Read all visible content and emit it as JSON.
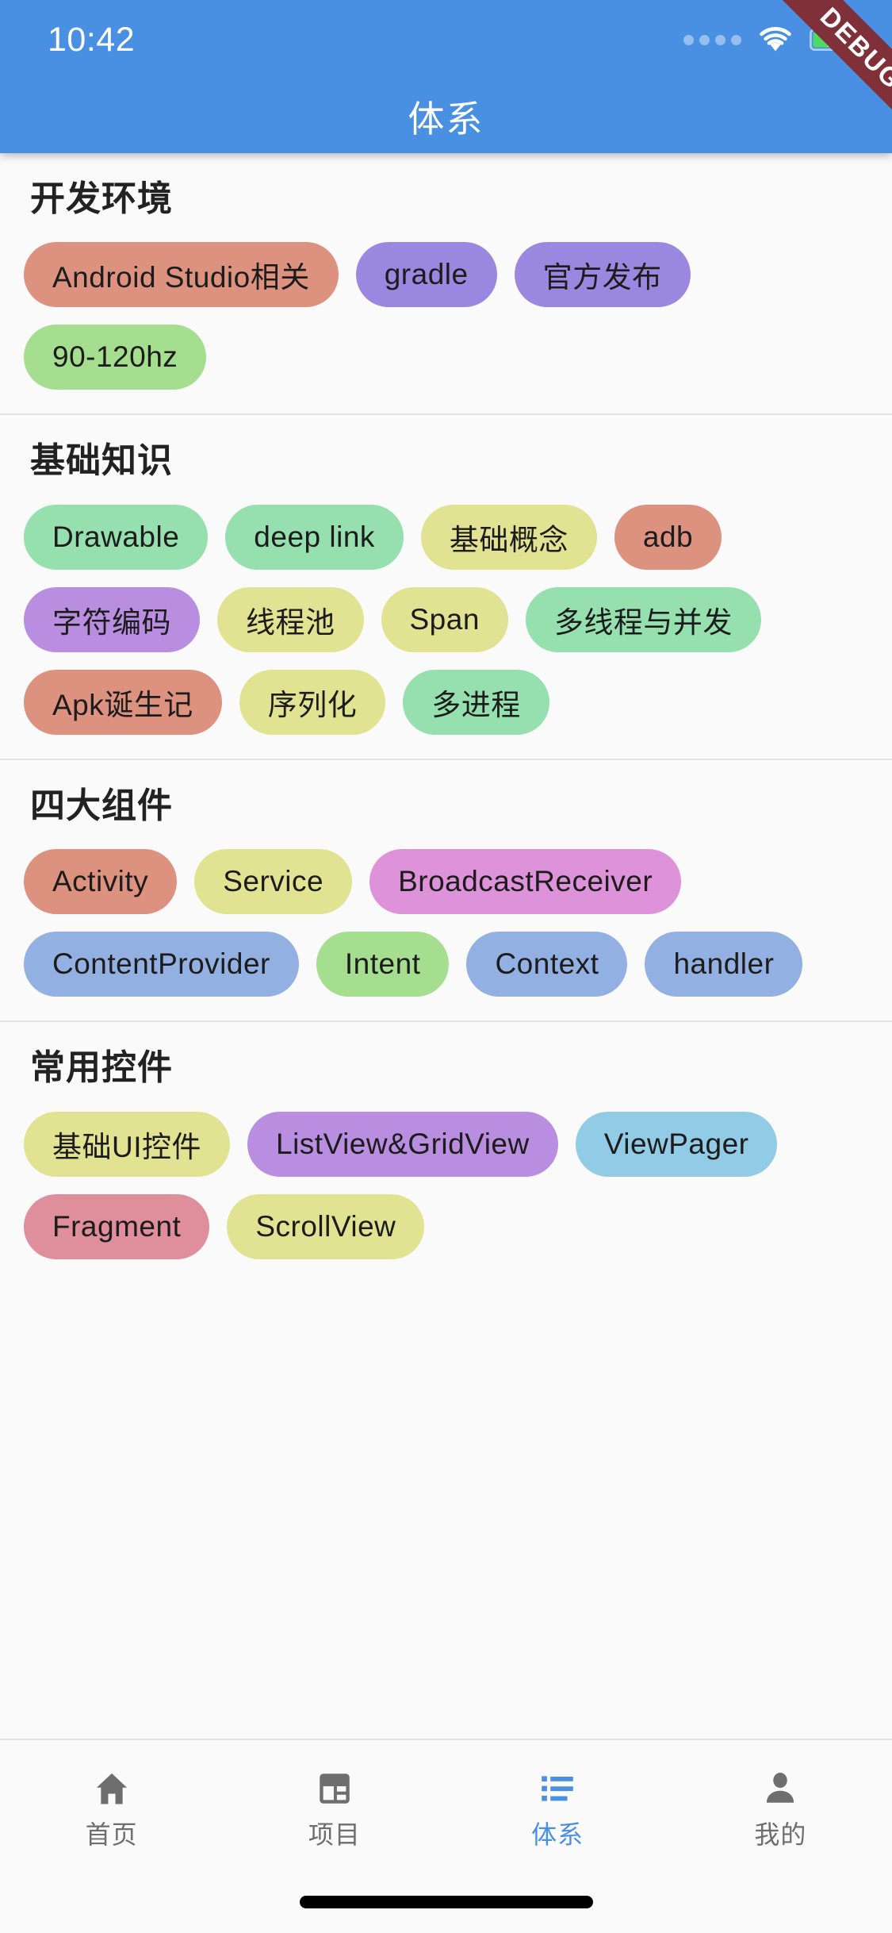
{
  "status_bar": {
    "time": "10:42",
    "signal_icon": "signal-dots-icon",
    "wifi_icon": "wifi-icon",
    "battery_icon": "battery-charging-icon"
  },
  "app_bar": {
    "title": "体系",
    "background_color": "#4a90e2",
    "debug_ribbon": {
      "label": "DEBUG",
      "color": "#803038"
    }
  },
  "sections": [
    {
      "title": "开发环境",
      "tags": [
        {
          "label": "Android Studio相关",
          "color": "#dd9280"
        },
        {
          "label": "gradle",
          "color": "#9a88e0"
        },
        {
          "label": "官方发布",
          "color": "#9a88e0"
        },
        {
          "label": "90-120hz",
          "color": "#a4de8e"
        }
      ]
    },
    {
      "title": "基础知识",
      "tags": [
        {
          "label": "Drawable",
          "color": "#96dfae"
        },
        {
          "label": "deep link",
          "color": "#96dfae"
        },
        {
          "label": "基础概念",
          "color": "#e2e392"
        },
        {
          "label": "adb",
          "color": "#dd9280"
        },
        {
          "label": "字符编码",
          "color": "#b98ee0"
        },
        {
          "label": "线程池",
          "color": "#e2e392"
        },
        {
          "label": "Span",
          "color": "#e2e392"
        },
        {
          "label": "多线程与并发",
          "color": "#96dfae"
        },
        {
          "label": "Apk诞生记",
          "color": "#dd9280"
        },
        {
          "label": "序列化",
          "color": "#e2e392"
        },
        {
          "label": "多进程",
          "color": "#96dfae"
        }
      ]
    },
    {
      "title": "四大组件",
      "tags": [
        {
          "label": "Activity",
          "color": "#dd9280"
        },
        {
          "label": "Service",
          "color": "#e2e392"
        },
        {
          "label": "BroadcastReceiver",
          "color": "#de92d9"
        },
        {
          "label": "ContentProvider",
          "color": "#93b0e2"
        },
        {
          "label": "Intent",
          "color": "#a4de8e"
        },
        {
          "label": "Context",
          "color": "#93b0e2"
        },
        {
          "label": "handler",
          "color": "#93b0e2"
        }
      ]
    },
    {
      "title": "常用控件",
      "tags": [
        {
          "label": "基础UI控件",
          "color": "#e2e392"
        },
        {
          "label": "ListView&GridView",
          "color": "#b98ee0"
        },
        {
          "label": "ViewPager",
          "color": "#92cbe5"
        },
        {
          "label": "Fragment",
          "color": "#df8f9c"
        },
        {
          "label": "ScrollView",
          "color": "#e2e392"
        }
      ]
    }
  ],
  "bottom_nav": {
    "active_index": 2,
    "active_color": "#4a90e2",
    "inactive_color": "#6e6e6e",
    "items": [
      {
        "label": "首页",
        "icon": "home-icon"
      },
      {
        "label": "项目",
        "icon": "dashboard-icon"
      },
      {
        "label": "体系",
        "icon": "list-icon"
      },
      {
        "label": "我的",
        "icon": "person-icon"
      }
    ]
  }
}
